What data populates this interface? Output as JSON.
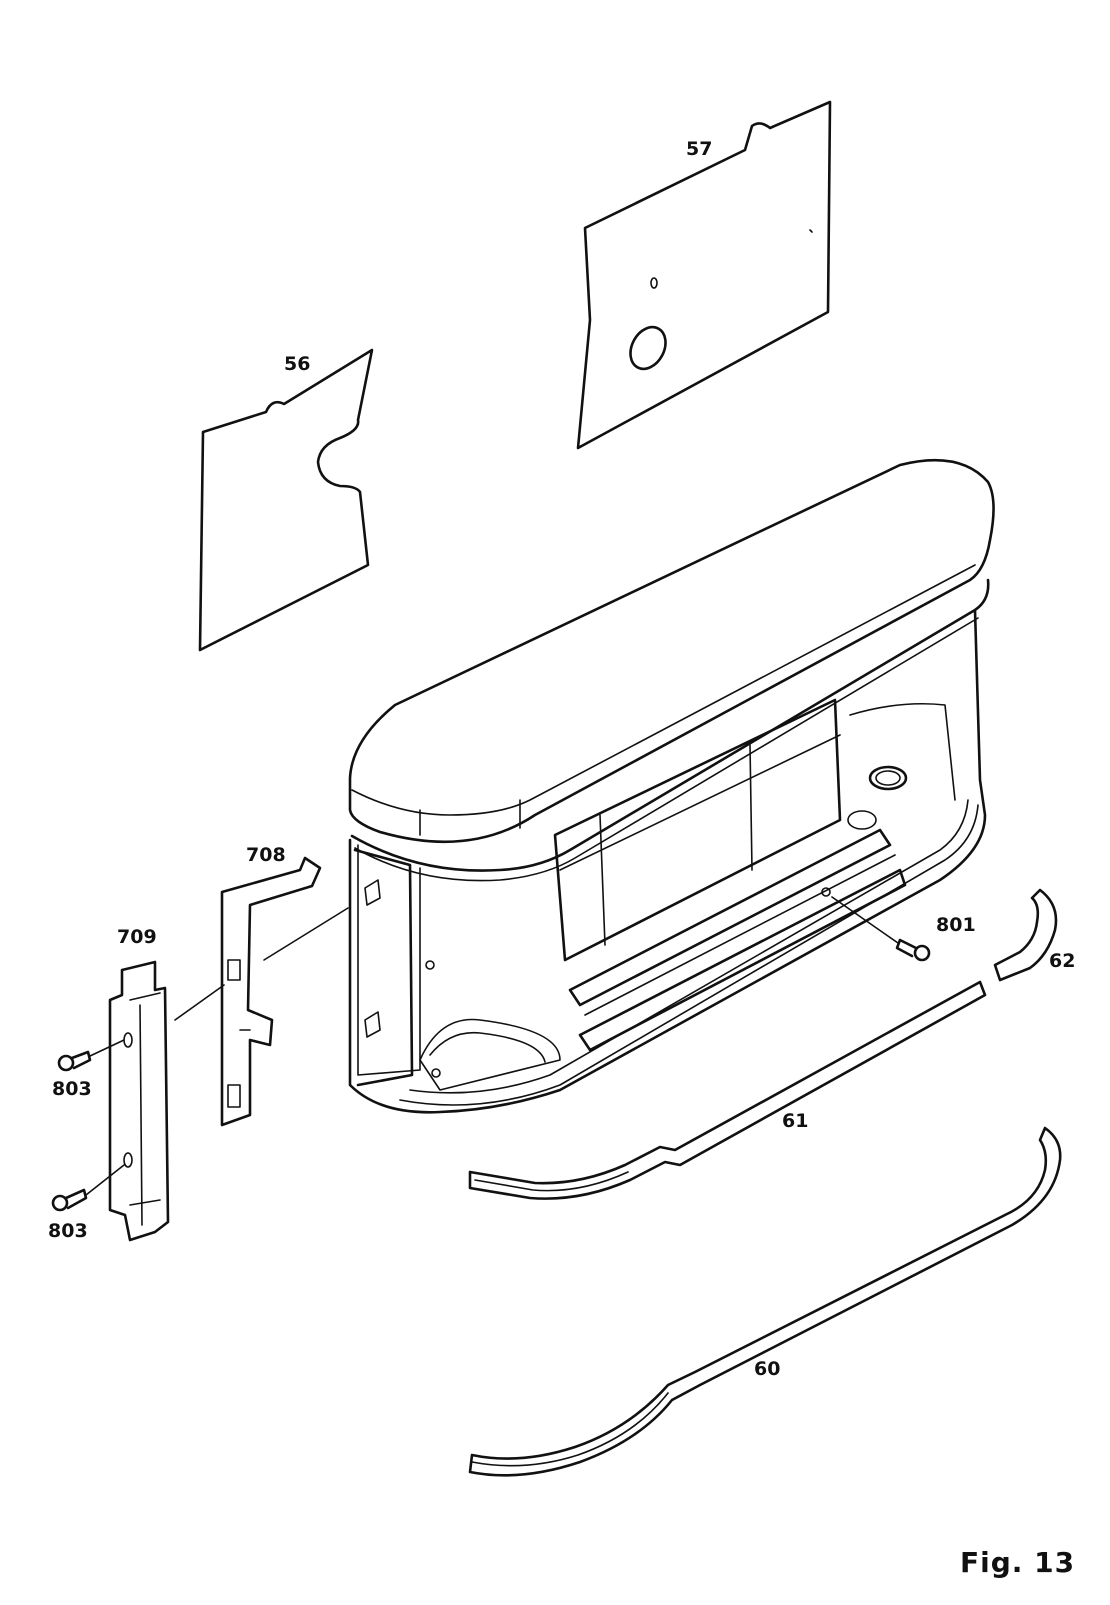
{
  "figure": {
    "caption": "Fig. 13"
  },
  "callouts": {
    "p56": "56",
    "p57": "57",
    "p60": "60",
    "p61": "61",
    "p62": "62",
    "p708": "708",
    "p709": "709",
    "p801": "801",
    "p803a": "803",
    "p803b": "803"
  }
}
